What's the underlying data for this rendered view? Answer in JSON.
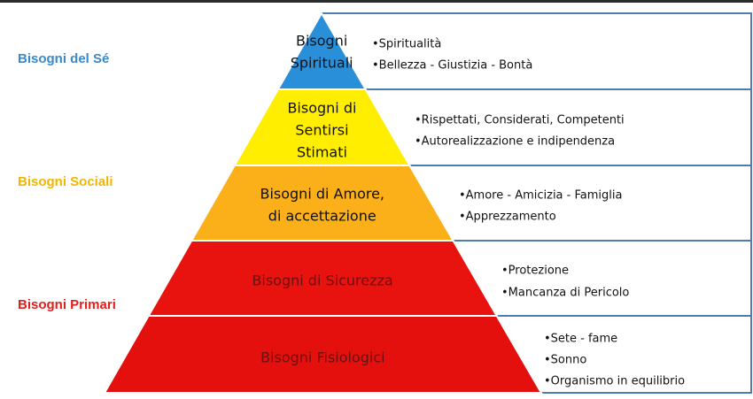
{
  "categories": [
    {
      "label": "Bisogni del Sé",
      "color": "#3a89c9"
    },
    {
      "label": "Bisogni Sociali",
      "color": "#f2b600"
    },
    {
      "label": "Bisogni Primari",
      "color": "#e0201d"
    }
  ],
  "levels": [
    {
      "lines": [
        "Bisogni",
        "Spirituali"
      ],
      "color": "#2a8fd9",
      "items": [
        "•Spiritualità",
        "•Bellezza - Giustizia - Bontà"
      ]
    },
    {
      "lines": [
        "Bisogni di",
        "Sentirsi",
        "Stimati"
      ],
      "color": "#ffee00",
      "items": [
        "•Rispettati, Considerati, Competenti",
        "•Autorealizzazione e indipendenza"
      ]
    },
    {
      "lines": [
        "Bisogni di Amore,",
        "di accettazione"
      ],
      "color": "#fbaf18",
      "items": [
        "•Amore - Amicizia - Famiglia",
        "•Apprezzamento"
      ]
    },
    {
      "lines": [
        "Bisogni di Sicurezza"
      ],
      "color": "#e8120f",
      "items": [
        "•Protezione",
        "•Mancanza di Pericolo"
      ]
    },
    {
      "lines": [
        "Bisogni Fisiologici"
      ],
      "color": "#e3100d",
      "items": [
        "•Sete - fame",
        "•Sonno",
        "•Organismo in equilibrio"
      ]
    }
  ],
  "colors": {
    "box_border": "#4f7dab",
    "divider": "#ffffff"
  }
}
